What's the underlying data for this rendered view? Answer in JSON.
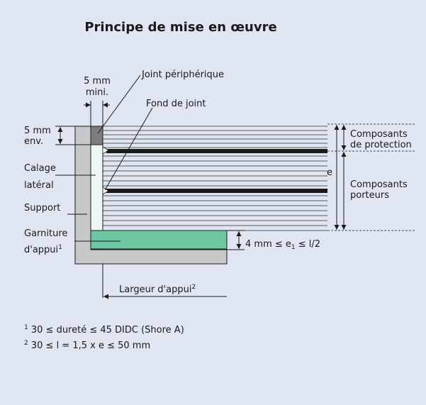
{
  "title": "Principe de mise en œuvre",
  "labels": {
    "gap_value": "5 mm",
    "gap_value_sub": "mini.",
    "joint_peripherique": "Joint périphérique",
    "fond_de_joint": "Fond de joint",
    "top_value": "5 mm",
    "top_value_sub": "env.",
    "calage_1": "Calage",
    "calage_2": "latéral",
    "support": "Support",
    "garniture_1": "Garniture",
    "garniture_2": "d'appui",
    "garniture_sup": "1",
    "protection_1": "Composants",
    "protection_2": "de protection",
    "porteurs_1": "Composants",
    "porteurs_2": "porteurs",
    "thickness": "e",
    "e1_pre": "4 mm ≤ e",
    "e1_sub": "1",
    "e1_post": " ≤ l/2",
    "largeur": "Largeur d'appui",
    "largeur_sup": "2"
  },
  "notes": [
    {
      "marker": "1",
      "text": " 30 ≤ dureté ≤ 45 DIDC (Shore A)"
    },
    {
      "marker": "2",
      "text": " 30 ≤ l = 1,5 x e ≤ 50 mm"
    }
  ],
  "colors": {
    "background": "#dfe5f1",
    "support": "#c7c8ca",
    "garniture": "#6dc7a0",
    "calage": "#eef6f1",
    "joint": "#7d7d7d",
    "interlayer": "#1a1a1a"
  }
}
